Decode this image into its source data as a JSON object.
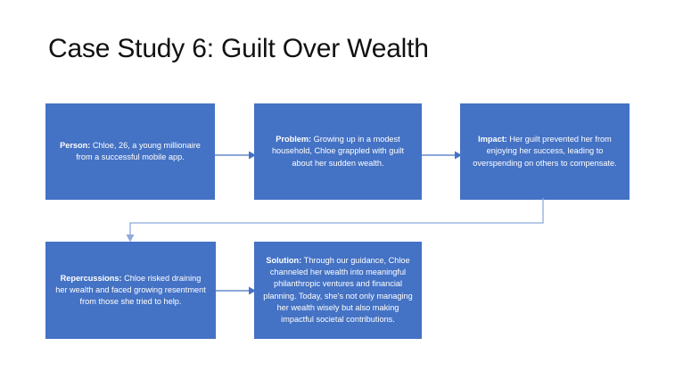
{
  "slide": {
    "title": "Case Study 6: Guilt Over Wealth",
    "background_color": "#FFFFFF",
    "title_color": "#111111"
  },
  "theme": {
    "node_fill": "#4472C4",
    "node_text_color": "#FFFFFF",
    "connector_color": "#4472C4",
    "connector_color_light": "#8FAADC"
  },
  "flowchart": {
    "type": "process-flow",
    "nodes": [
      {
        "id": "person",
        "label": "Person:",
        "body": " Chloe, 26, a young millionaire from a successful mobile app.",
        "row": 1,
        "column": 1
      },
      {
        "id": "problem",
        "label": "Problem:",
        "body": " Growing up in a modest household, Chloe grappled with guilt about her sudden wealth.",
        "row": 1,
        "column": 2
      },
      {
        "id": "impact",
        "label": "Impact:",
        "body": " Her guilt prevented her from enjoying her success, leading to overspending on others to compensate.",
        "row": 1,
        "column": 3
      },
      {
        "id": "repercussions",
        "label": "Repercussions:",
        "body": " Chloe risked draining her wealth and faced growing resentment from those she tried to help.",
        "row": 2,
        "column": 1
      },
      {
        "id": "solution",
        "label": "Solution:",
        "body": " Through our guidance, Chloe channeled her wealth into meaningful philanthropic ventures and financial planning. Today, she's not only managing her wealth wisely but also making impactful societal contributions.",
        "row": 2,
        "column": 2
      }
    ],
    "connectors": [
      {
        "id": "person-to-problem",
        "from": "person",
        "to": "problem",
        "style": "straight-arrow-right"
      },
      {
        "id": "problem-to-impact",
        "from": "problem",
        "to": "impact",
        "style": "straight-arrow-right"
      },
      {
        "id": "impact-to-repercussions",
        "from": "impact",
        "to": "repercussions",
        "style": "elbow-arrow-down"
      },
      {
        "id": "repercussions-to-solution",
        "from": "repercussions",
        "to": "solution",
        "style": "straight-arrow-right"
      }
    ]
  }
}
